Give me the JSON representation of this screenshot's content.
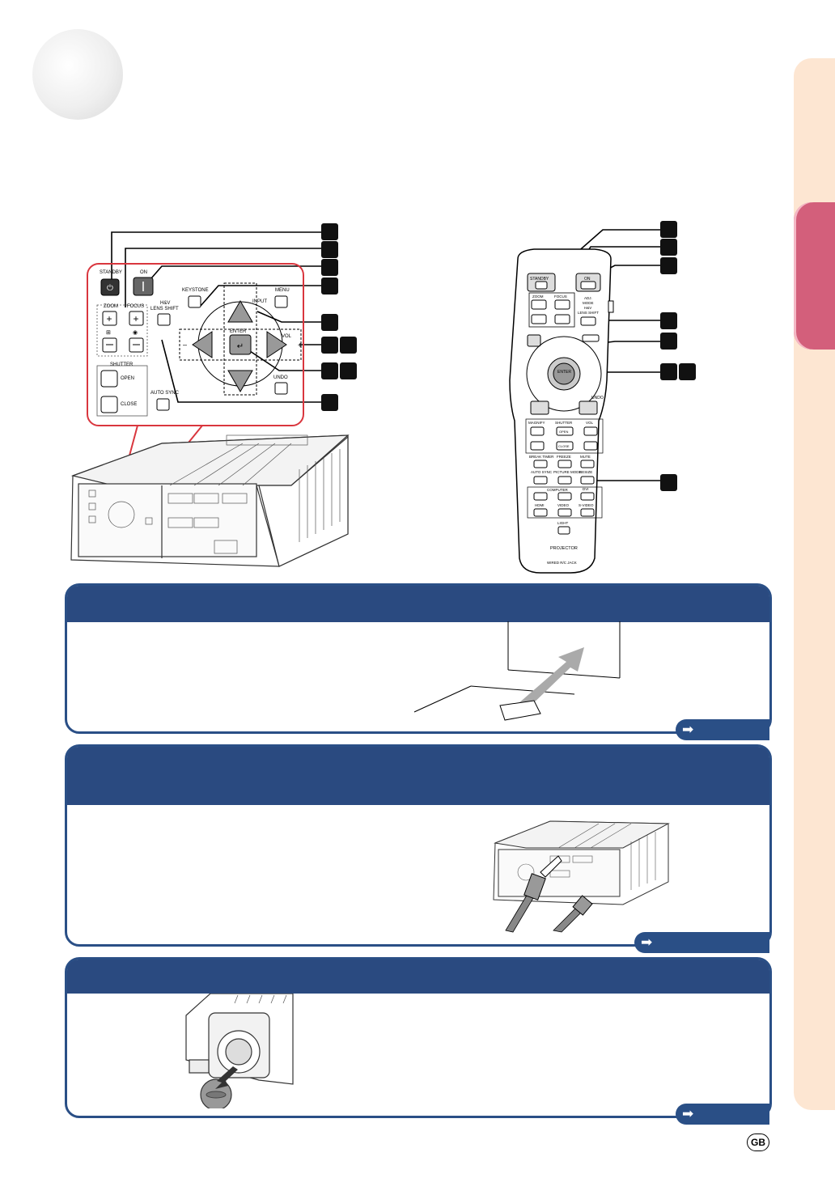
{
  "page": {
    "badge": "GB"
  },
  "control_panel": {
    "labels": {
      "standby": "STANDBY",
      "on": "ON",
      "keystone": "KEYSTONE",
      "input": "INPUT",
      "menu": "MENU",
      "zoom": "ZOOM",
      "focus": "FOCUS",
      "hv_lens_shift_1": "H&V",
      "hv_lens_shift_2": "LENS SHIFT",
      "enter": "ENTER",
      "vol": "VOL",
      "minus": "–",
      "plus": "+",
      "shutter": "SHUTTER",
      "open": "OPEN",
      "close": "CLOSE",
      "auto_sync": "AUTO SYNC",
      "undo": "UNDO"
    }
  },
  "remote": {
    "labels": {
      "standby": "STANDBY",
      "on": "ON",
      "zoom": "ZOOM",
      "focus": "FOCUS",
      "adj_mode": "ADJ. MODE",
      "hv": "H&V",
      "lens_shift": "LENS SHIFT",
      "enter": "ENTER",
      "undo": "UNDO",
      "magnify": "MAGNIFY",
      "shutter": "SHUTTER",
      "open": "OPEN",
      "close": "CLOSE",
      "vol": "VOL",
      "break_timer": "BREAK TIMER",
      "freeze": "FREEZE",
      "mute": "MUTE",
      "auto_sync": "AUTO SYNC",
      "picture_mode": "PICTURE MODE",
      "resize": "RESIZE",
      "computer": "COMPUTER",
      "dvi": "DVI",
      "hdmi": "HDMI",
      "video": "VIDEO",
      "s_video": "S-VIDEO",
      "light": "LIGHT",
      "projector": "PROJECTOR",
      "wired_rc_jack": "WIRED R/C JACK"
    }
  },
  "colors": {
    "panel_blue": "#2a4a80",
    "accent_pink": "#d35f7b",
    "side_tab": "#fde6d2",
    "callout_red": "#d9363e"
  }
}
